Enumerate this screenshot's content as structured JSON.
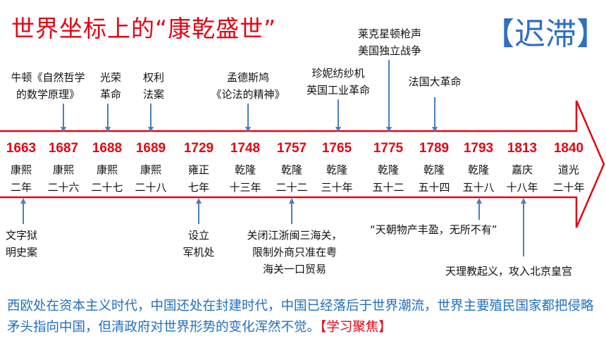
{
  "title": "世界坐标上的“康乾盛世”",
  "stamp": "【迟滞】",
  "timeline": [
    {
      "year": "1663",
      "era": "康熙",
      "count": "二年"
    },
    {
      "year": "1687",
      "era": "康熙",
      "count": "二十六"
    },
    {
      "year": "1688",
      "era": "康熙",
      "count": "二十七"
    },
    {
      "year": "1689",
      "era": "康熙",
      "count": "二十八"
    },
    {
      "year": "1729",
      "era": "雍正",
      "count": "七年"
    },
    {
      "year": "1748",
      "era": "乾隆",
      "count": "十三年"
    },
    {
      "year": "1757",
      "era": "乾隆",
      "count": "二十二"
    },
    {
      "year": "1765",
      "era": "乾隆",
      "count": "三十年"
    },
    {
      "year": "1775",
      "era": "乾隆",
      "count": "五十二"
    },
    {
      "year": "1789",
      "era": "乾隆",
      "count": "五十四"
    },
    {
      "year": "1793",
      "era": "乾隆",
      "count": "五十八"
    },
    {
      "year": "1813",
      "era": "嘉庆",
      "count": "十八年"
    },
    {
      "year": "1840",
      "era": "道光",
      "count": "二十年"
    }
  ],
  "world_events": {
    "newton": [
      "牛顿《自然哲学",
      "的数学原理》"
    ],
    "glorious": [
      "光荣",
      "革命"
    ],
    "rights": [
      "权利",
      "法案"
    ],
    "montesquieu": [
      "孟德斯鸠",
      "《论法的精神》"
    ],
    "jenny": [
      "珍妮纺纱机",
      "英国工业革命"
    ],
    "lexington": [
      "莱克星顿枪声",
      "美国独立战争"
    ],
    "french": [
      "法国大革命"
    ]
  },
  "china_events": {
    "literary": [
      "文字狱",
      "明史案"
    ],
    "council": [
      "设立",
      "军机处"
    ],
    "closed": [
      "关闭江浙闽三海关，",
      "限制外商只准在粤",
      "海关一口贸易"
    ],
    "quote": "“天朝物产丰盈，无所不有”",
    "tianli": "天理教起义，攻入北京皇宫"
  },
  "summary": {
    "text": "西欧处在资本主义时代，中国还处在封建时代，中国已经落后于世界潮流，世界主要殖民国家都把侵略矛头指向中国，但清政府对世界形势的变化浑然不觉。",
    "focus_label": "【学习聚焦】"
  },
  "colors": {
    "red": "#e30613",
    "blue": "#2f6fc6",
    "arrow_fill": "#ffffff"
  }
}
